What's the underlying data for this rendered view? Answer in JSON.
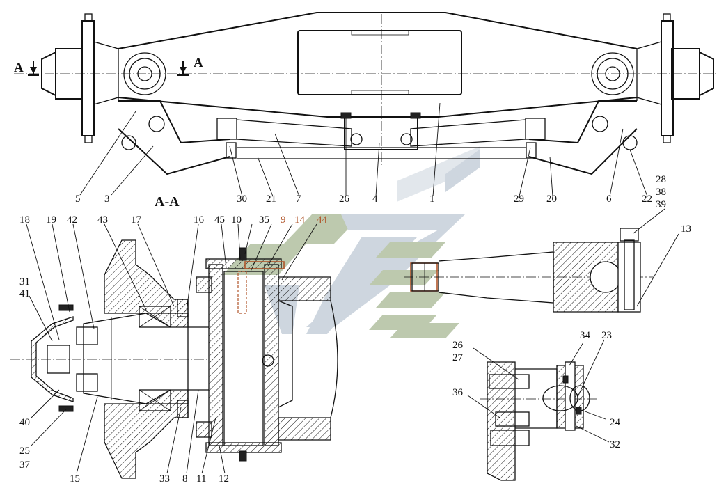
{
  "section_label": "A-A",
  "cut_marker": "A",
  "callouts": {
    "top": [
      "5",
      "3",
      "30",
      "21",
      "7",
      "26",
      "4",
      "1",
      "29",
      "20",
      "6",
      "22"
    ],
    "section_left": [
      "18",
      "19",
      "42",
      "43",
      "17",
      "16",
      "45",
      "10",
      "35",
      "9",
      "14",
      "44"
    ],
    "left_side": [
      "31",
      "41",
      "40",
      "25",
      "37"
    ],
    "section_bottom": [
      "15",
      "33",
      "8",
      "11",
      "12"
    ],
    "arm_detail": [
      "28",
      "38",
      "39",
      "13"
    ],
    "bracket_detail": [
      "26",
      "27",
      "34",
      "23",
      "36",
      "24",
      "32"
    ]
  },
  "colors": {
    "line": "#111111",
    "watermark_grey": "#c9d2dc",
    "watermark_green": "#b6c4a6",
    "highlight_brown": "#b0552a"
  }
}
